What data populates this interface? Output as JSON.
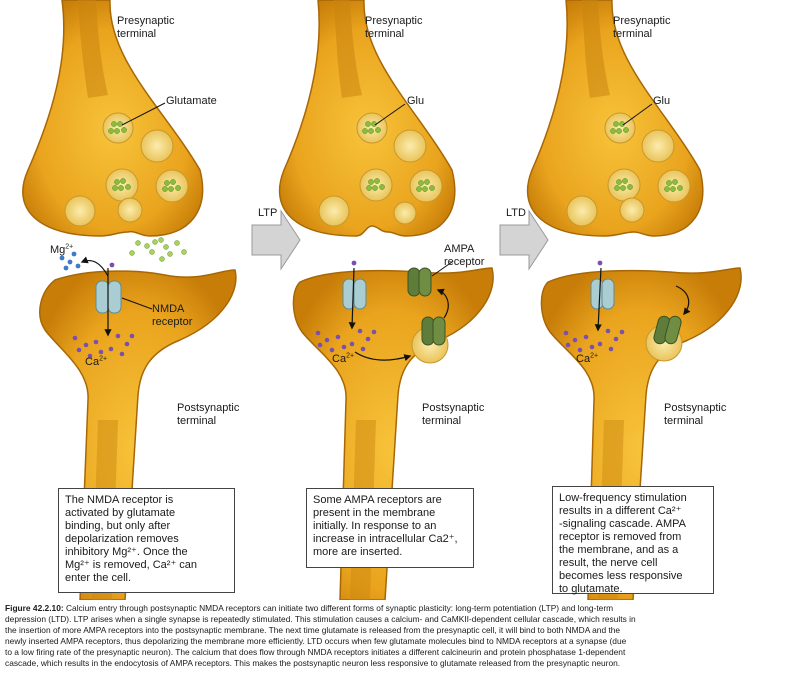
{
  "panels": [
    {
      "presynaptic_label": [
        "Presynaptic",
        "terminal"
      ],
      "transmitter_label": "Glutamate",
      "ion_label_main": "Mg",
      "ion_label_sup": "2+",
      "receptor_label": [
        "NMDA",
        "receptor"
      ],
      "calcium_main": "Ca",
      "calcium_sup": "2+",
      "postsynaptic_label": [
        "Postsynaptic",
        "terminal"
      ],
      "description_lines": [
        "The NMDA receptor is",
        "activated by glutamate",
        "binding, but only after",
        "depolarization removes",
        "inhibitory Mg²⁺. Once the",
        "Mg²⁺ is removed, Ca²⁺ can",
        "enter the cell."
      ]
    },
    {
      "presynaptic_label": [
        "Presynaptic",
        "terminal"
      ],
      "transmitter_label": "Glu",
      "receptor_label": [
        "AMPA",
        "receptor"
      ],
      "calcium_main": "Ca",
      "calcium_sup": "2+",
      "postsynaptic_label": [
        "Postsynaptic",
        "terminal"
      ],
      "description_lines": [
        "Some AMPA receptors are",
        "present in the membrane",
        "initially. In response to an",
        "increase in intracellular Ca2⁺,",
        "more are inserted."
      ]
    },
    {
      "presynaptic_label": [
        "Presynaptic",
        "terminal"
      ],
      "transmitter_label": "Glu",
      "calcium_main": "Ca",
      "calcium_sup": "2+",
      "postsynaptic_label": [
        "Postsynaptic",
        "terminal"
      ],
      "description_lines": [
        "Low-frequency stimulation",
        "results in a different Ca²⁺",
        "-signaling cascade. AMPA",
        "receptor is removed from",
        "the membrane, and as a",
        "result, the nerve cell",
        "becomes less responsive",
        "to glutamate."
      ]
    }
  ],
  "transitions": [
    "LTP",
    "LTD"
  ],
  "caption": {
    "figure_number": "Figure 42.2.10:",
    "lines": [
      "Calcium entry through postsynaptic NMDA receptors can initiate two different forms of synaptic plasticity: long-term potentiation (LTP) and long-term",
      "depression (LTD). LTP arises when a single synapse is repeatedly stimulated. This stimulation causes a calcium- and CaMKII-dependent cellular cascade, which results in",
      "the insertion of more AMPA receptors into the postsynaptic membrane. The next time glutamate is released from the presynaptic cell, it will bind to both NMDA and the",
      "newly inserted AMPA receptors, thus depolarizing the membrane more efficiently. LTD occurs when few glutamate molecules bind to NMDA receptors at a synapse (due",
      "to a low firing rate of the presynaptic neuron). The calcium that does flow through NMDA receptors initiates a different calcineurin and protein phosphatase 1-dependent",
      "cascade, which results in the endocytosis of AMPA receptors. This makes the postsynaptic neuron less responsive to glutamate released from the presynaptic neuron."
    ]
  },
  "colors": {
    "terminal_fill": "#e8a21c",
    "terminal_dark": "#b57205",
    "axon_core": "#c98510",
    "vesicle_fill": "#f4d87a",
    "glutamate_green": "#8cbd3a",
    "nmda_receptor": "#a9cdd2",
    "ampa_receptor": "#5f7d3a",
    "mg_blue": "#3b7bc8",
    "calcium_purple": "#7a4fb0",
    "arrow_gray": "#cfcfcf"
  }
}
